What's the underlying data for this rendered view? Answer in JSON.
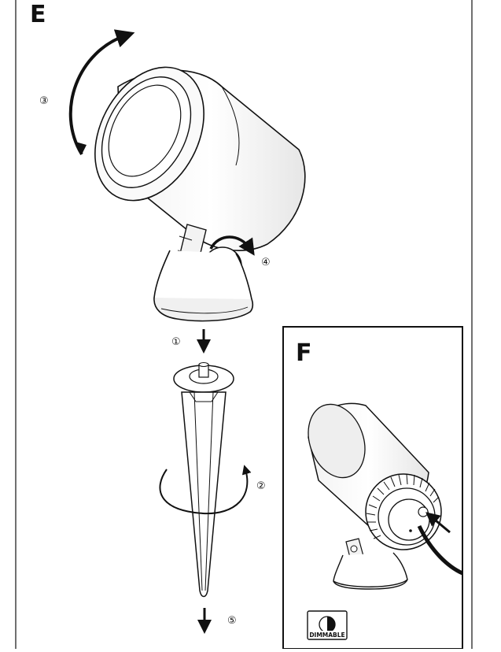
{
  "panels": {
    "e": {
      "letter": "E"
    },
    "f": {
      "letter": "F"
    }
  },
  "steps": {
    "s1": "①",
    "s2": "②",
    "s3": "③",
    "s4": "④",
    "s5": "⑤"
  },
  "badge": {
    "label": "DIMMABLE",
    "icon": "dimmable-icon"
  },
  "icons": [
    "rotate-arrow-icon",
    "tilt-arrow-icon",
    "down-arrow-icon",
    "spike-rotate-arrow-icon"
  ]
}
